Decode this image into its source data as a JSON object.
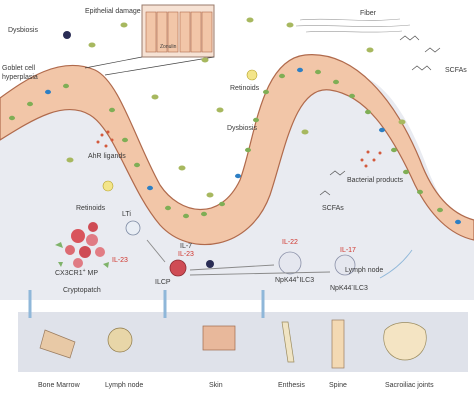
{
  "labels": {
    "dysbiosis_top": "Dysbiosis",
    "epithelial_damage": "Epithelial damage",
    "zonulin": "Zonulin",
    "goblet_line1": "Goblet cell",
    "goblet_line2": "hyperplasia",
    "fiber": "Fiber",
    "scfas_right": "SCFAs",
    "retinoids_mid": "Retinoids",
    "dysbiosis_mid": "Dysbiosis",
    "ahr_ligands": "AhR ligands",
    "retinoids_left": "Retinoids",
    "bacterial_products": "Bacterial products",
    "scfas_mid": "SCFAs",
    "lti": "LTi",
    "cx3cr1_mp": "CX3CR1",
    "cx3cr1_sup": "+",
    "cx3cr1_suffix": " MP",
    "il23_left": "IL-23",
    "cryptopatch": "Cryptopatch",
    "il7": "IL-7",
    "il23_center": "IL-23",
    "ilc_p": "ILCP",
    "il22": "IL-22",
    "npk44_plus": "NpK44",
    "npk44_plus_sup": "+",
    "npk44_plus_suffix": "ILC3",
    "il17": "IL-17",
    "lymph_node_top": "Lymph node",
    "npk44_minus": "NpK44",
    "npk44_minus_sup": "-",
    "npk44_minus_suffix": "ILC3"
  },
  "tissues": [
    {
      "label": "Bone Marrow"
    },
    {
      "label": "Lymph node"
    },
    {
      "label": "Skin"
    },
    {
      "label": "Enthesis"
    },
    {
      "label": "Spine"
    },
    {
      "label": "Sacroiliac joints"
    }
  ],
  "colors": {
    "cell_fill": "#f2c6a8",
    "cell_stroke": "#b06a4c",
    "nucleus": "#7fae55",
    "goblet": "#2d7fc4",
    "lamina": "#e9ebf1",
    "tissue_strip": "#dfe2ea",
    "arrow_blue": "#8fb7d9",
    "red_text": "#d0342c"
  }
}
